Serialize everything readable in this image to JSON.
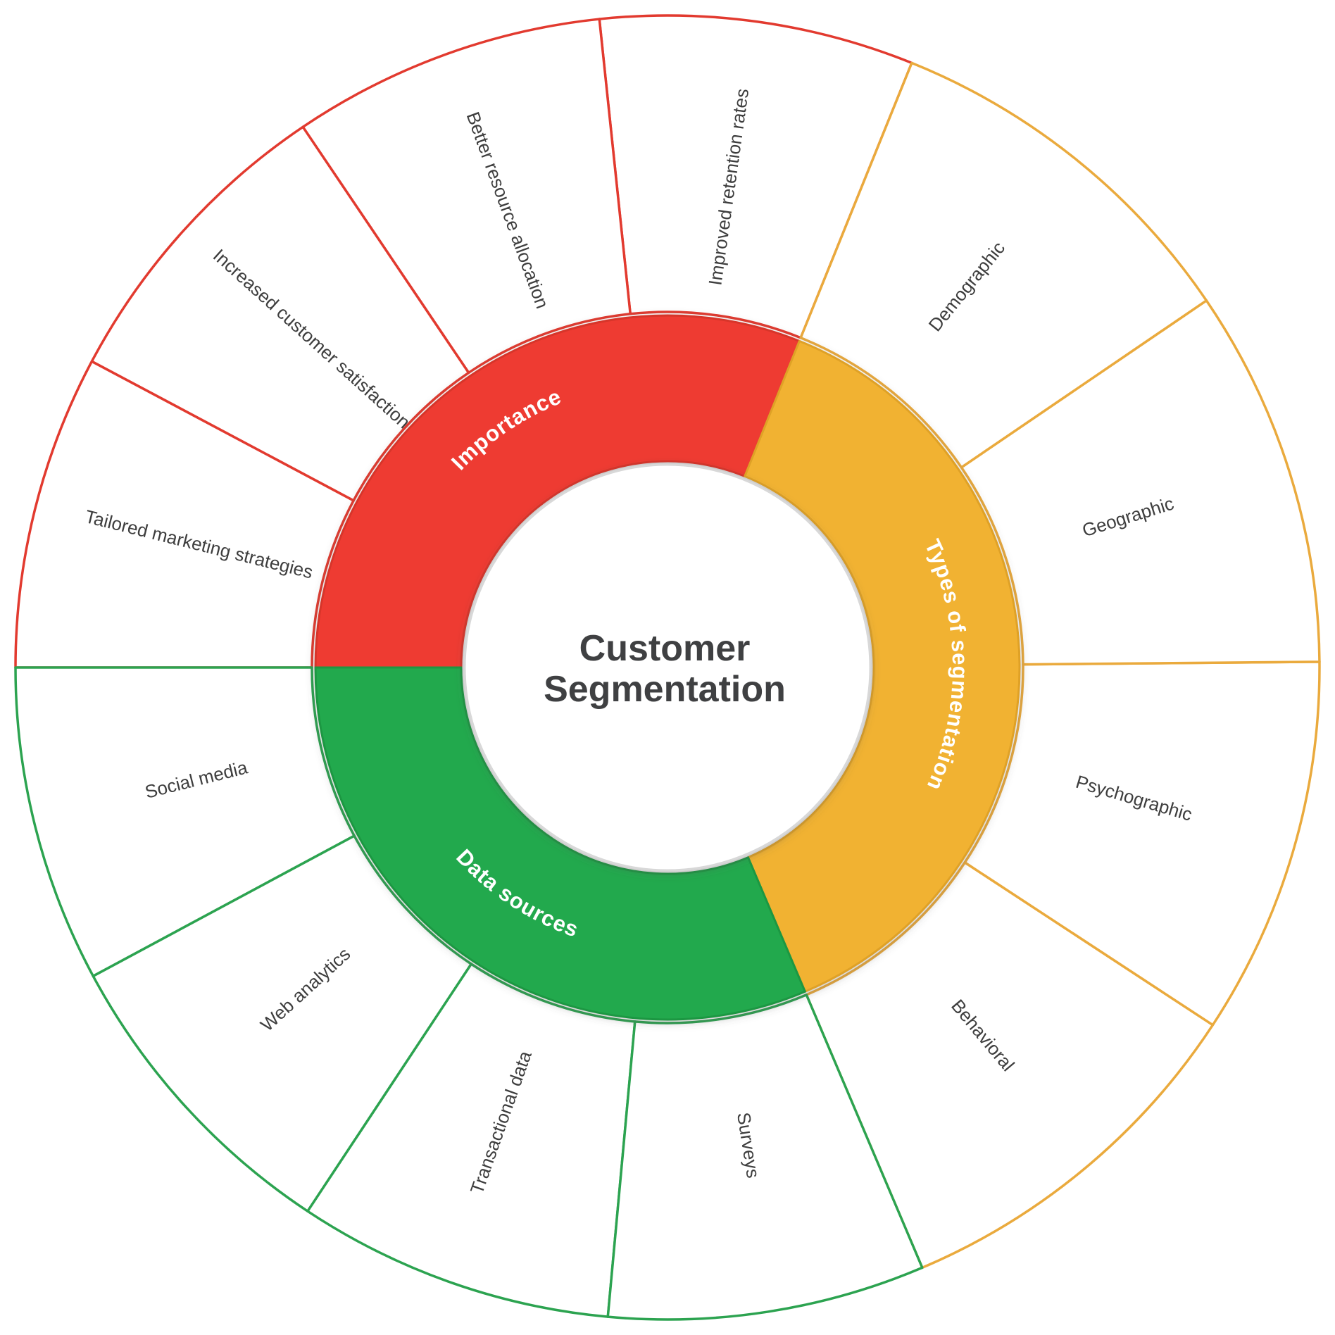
{
  "center": {
    "line1": "Customer",
    "line2": "Segmentation",
    "text_color": "#3f4042"
  },
  "diagram": {
    "background": "#ffffff",
    "label_color": "#3e3e3e",
    "sector_label_color": "#ffffff",
    "disc_edge_color": "#d8d8d8",
    "sectors": [
      {
        "label": "Importance",
        "fill": "#ee3b30",
        "edge": "#d7352b",
        "line": "#e23a2f",
        "start_angle": 68,
        "end_angle": 180,
        "children": [
          "Improved retention rates",
          "Better resource allocation",
          "Increased customer satisfaction",
          "Tailored marketing strategies"
        ]
      },
      {
        "label": "Types of segmentation",
        "fill": "#f1b233",
        "edge": "#dfa127",
        "line": "#eaaa3d",
        "start_angle": 293,
        "end_angle": 428,
        "children": [
          "Behavioral",
          "Psychographic",
          "Geographic",
          "Demographic"
        ]
      },
      {
        "label": "Data sources",
        "fill": "#23a94d",
        "edge": "#1c9742",
        "line": "#2ca350",
        "start_angle": 180,
        "end_angle": 293,
        "children": [
          "Social media",
          "Web analytics",
          "Transactional data",
          "Surveys"
        ]
      }
    ]
  }
}
